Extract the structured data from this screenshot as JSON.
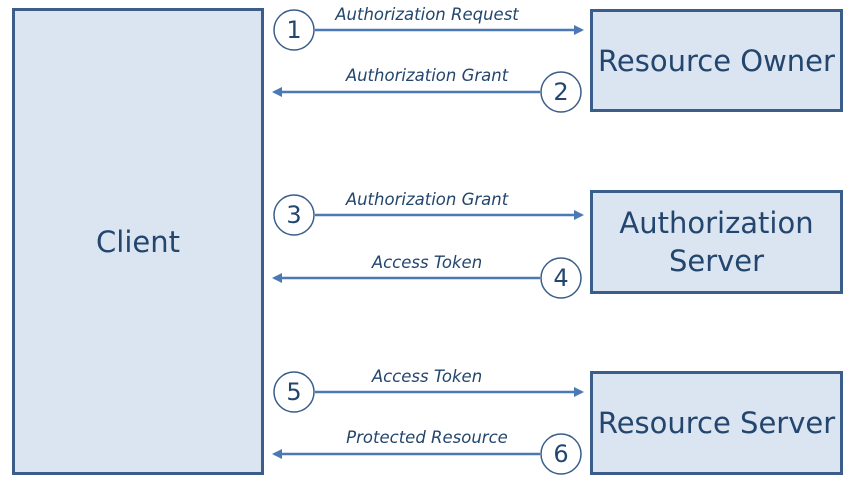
{
  "boxes": {
    "client": "Client",
    "resource_owner": "Resource Owner",
    "authorization_server": "Authorization\nServer",
    "resource_server": "Resource Server"
  },
  "steps": [
    {
      "number": "1",
      "label": "Authorization Request",
      "direction": "to-right"
    },
    {
      "number": "2",
      "label": "Authorization Grant",
      "direction": "to-left"
    },
    {
      "number": "3",
      "label": "Authorization Grant",
      "direction": "to-right"
    },
    {
      "number": "4",
      "label": "Access Token",
      "direction": "to-left"
    },
    {
      "number": "5",
      "label": "Access Token",
      "direction": "to-right"
    },
    {
      "number": "6",
      "label": "Protected Resource",
      "direction": "to-left"
    }
  ],
  "colors": {
    "box_fill": "#dbe4f1",
    "box_border": "#3b5d8a",
    "arrow": "#4a79b5",
    "text": "#23466f"
  }
}
